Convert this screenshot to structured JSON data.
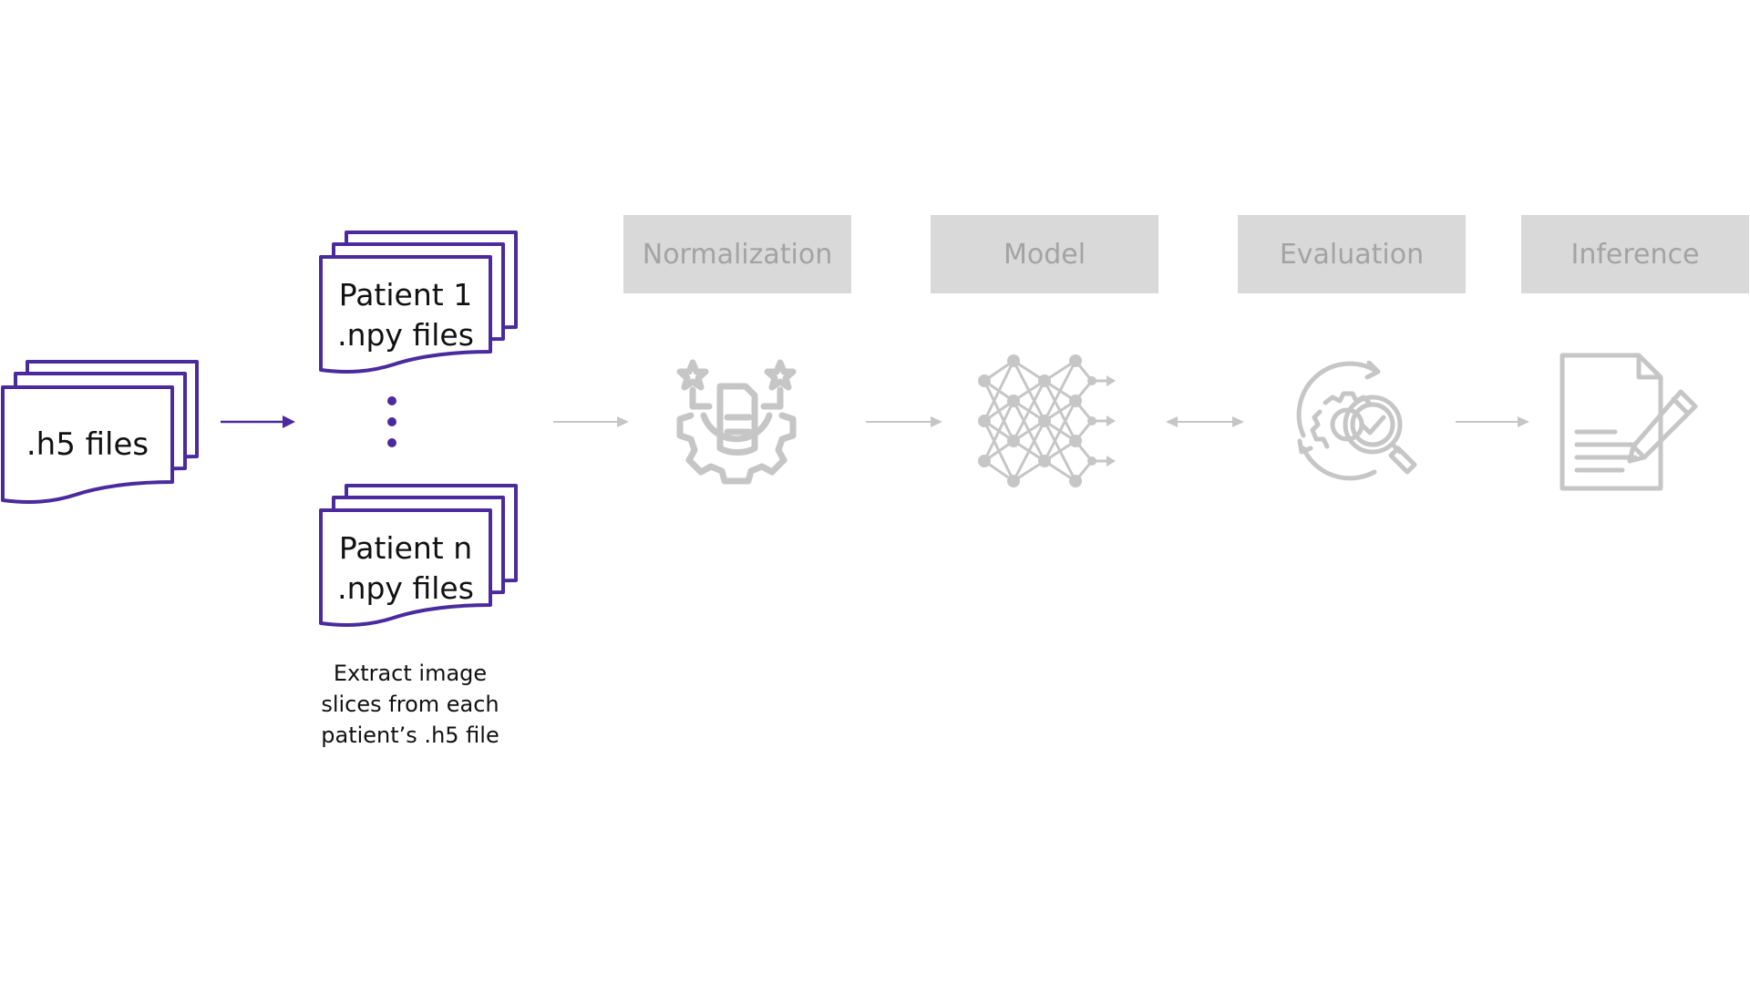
{
  "colors": {
    "accent": "#4b2a9e",
    "inactive_box": "#d9d9d9",
    "inactive_text": "#a3a3a3",
    "inactive_icon": "#c6c6c6",
    "text": "#111111"
  },
  "source": {
    "label": ".h5 files"
  },
  "patient_files": [
    {
      "line1": "Patient 1",
      "line2": ".npy files"
    },
    {
      "line1": "Patient n",
      "line2": ".npy files"
    }
  ],
  "ellipsis_icon": "vertical-ellipsis-icon",
  "caption": {
    "line1": "Extract image",
    "line2": "slices from each",
    "line3": "patient’s .h5 file"
  },
  "stages": [
    {
      "label": "Normalization",
      "icon": "normalization-gear-icon"
    },
    {
      "label": "Model",
      "icon": "neural-network-icon"
    },
    {
      "label": "Evaluation",
      "icon": "evaluation-magnifier-icon"
    },
    {
      "label": "Inference",
      "icon": "document-edit-icon"
    }
  ]
}
